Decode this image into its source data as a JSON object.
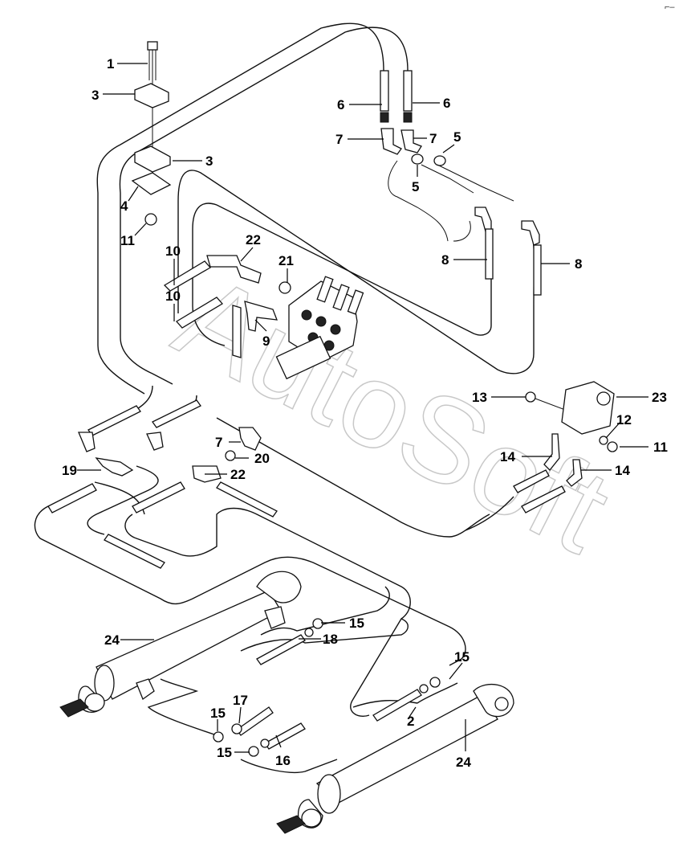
{
  "corner_mark": "⌐–",
  "watermark": "AutoSoft",
  "callouts": [
    "1",
    "3",
    "3",
    "4",
    "11",
    "6",
    "6",
    "7",
    "7",
    "5",
    "5",
    "8",
    "8",
    "10",
    "10",
    "22",
    "21",
    "9",
    "13",
    "23",
    "12",
    "11",
    "14",
    "14",
    "7",
    "20",
    "19",
    "22",
    "24",
    "15",
    "18",
    "15",
    "2",
    "24",
    "17",
    "15",
    "15",
    "16"
  ]
}
